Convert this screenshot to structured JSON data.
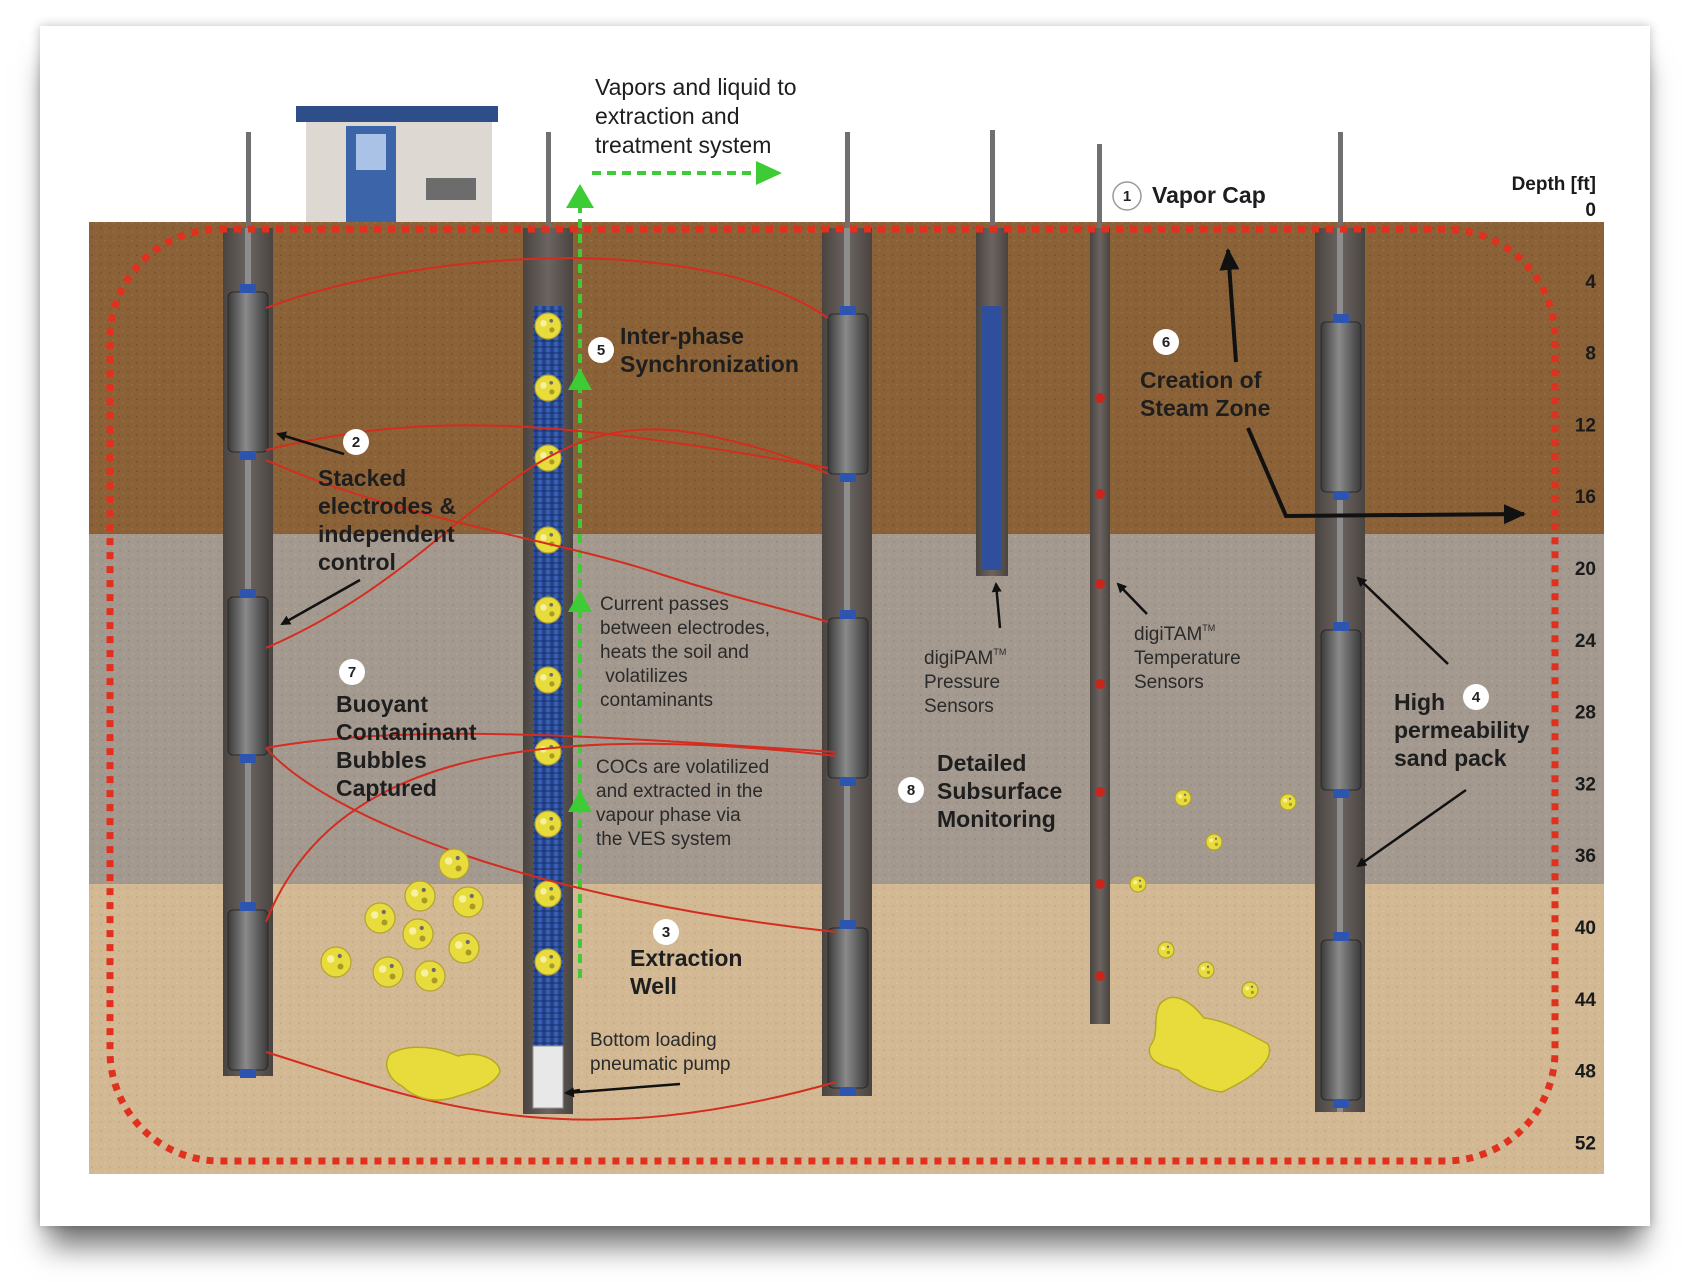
{
  "header": {
    "flow_text": [
      "Vapors and liquid to",
      "extraction and",
      "treatment system"
    ]
  },
  "depth_axis": {
    "title": "Depth [ft]",
    "ticks": [
      "0",
      "4",
      "8",
      "12",
      "16",
      "20",
      "24",
      "28",
      "32",
      "36",
      "40",
      "44",
      "48",
      "52"
    ]
  },
  "callouts": {
    "c1": {
      "number": "1",
      "lines": [
        "Vapor Cap"
      ]
    },
    "c2": {
      "number": "2",
      "lines": [
        "Stacked",
        "electrodes &",
        "independent",
        "control"
      ]
    },
    "c3": {
      "number": "3",
      "lines": [
        "Extraction",
        "Well"
      ]
    },
    "c4": {
      "number": "4",
      "lines": [
        "High",
        "permeability",
        "sand pack"
      ]
    },
    "c5": {
      "number": "5",
      "lines": [
        "Inter-phase",
        "Synchronization"
      ]
    },
    "c6": {
      "number": "6",
      "lines": [
        "Creation of",
        "Steam Zone"
      ]
    },
    "c7": {
      "number": "7",
      "lines": [
        "Buoyant",
        "Contaminant",
        "Bubbles",
        "Captured"
      ]
    },
    "c8": {
      "number": "8",
      "lines": [
        "Detailed",
        "Subsurface",
        "Monitoring"
      ]
    }
  },
  "notes": {
    "current": [
      "Current passes",
      "between electrodes,",
      "heats the soil and",
      " volatilizes",
      "contaminants"
    ],
    "cocs": [
      "COCs are volatilized",
      "and extracted in the",
      "vapour phase via",
      "the VES system"
    ],
    "pump": [
      "Bottom loading",
      "pneumatic pump"
    ],
    "digipam": [
      "digiPAM",
      "Pressure",
      "Sensors"
    ],
    "digitam": [
      "digiTAM",
      "Temperature",
      "Sensors"
    ],
    "tm": "TM"
  },
  "colors": {
    "soil_top": "#8b6238",
    "soil_mid": "#a4998f",
    "soil_bottom": "#d3b894",
    "electrode": "#5d5d5d",
    "boundary_dots": "#e0301e",
    "current_lines": "#d42c1f",
    "vapor_arrows": "#3dcc35",
    "extraction_screen": "#2c4f9c",
    "contaminant": "#e8dc3c"
  }
}
